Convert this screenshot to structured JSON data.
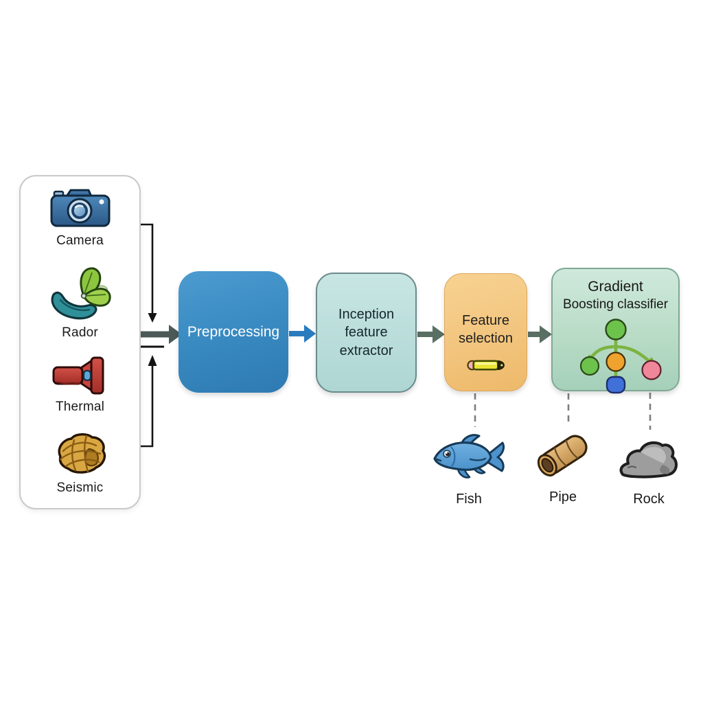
{
  "sensor_panel": {
    "items": [
      {
        "label": "Camera",
        "icon": "camera-icon"
      },
      {
        "label": "Rador",
        "icon": "fan-icon"
      },
      {
        "label": "Thermal",
        "icon": "flashlight-icon"
      },
      {
        "label": "Seismic",
        "icon": "rope-knot-icon"
      }
    ]
  },
  "pipeline": {
    "stages": [
      {
        "label": "Preprocessing",
        "color": "#3a8cc3",
        "text_color": "#ffffff"
      },
      {
        "label": "Inception feature extractor",
        "color": "#bce0dd"
      },
      {
        "label": "Feature selection",
        "color": "#f2c57e",
        "icon": "pencil-icon"
      },
      {
        "label_line1": "Gradient",
        "label_line2": "Boosting classifier",
        "color": "#b9dcc6",
        "icon": "decision-tree-icon"
      }
    ]
  },
  "outputs": [
    {
      "label": "Fish",
      "icon": "fish-icon"
    },
    {
      "label": "Pipe",
      "icon": "pipe-icon"
    },
    {
      "label": "Rock",
      "icon": "rock-icon"
    }
  ],
  "connectors": {
    "main_arrow_color": "#4b5a57",
    "blue_arrow_color": "#2a7cbf",
    "gray_green_arrow_color": "#5a6f63",
    "bracket_color": "#141414",
    "dashed_color": "#7d7d7d"
  }
}
